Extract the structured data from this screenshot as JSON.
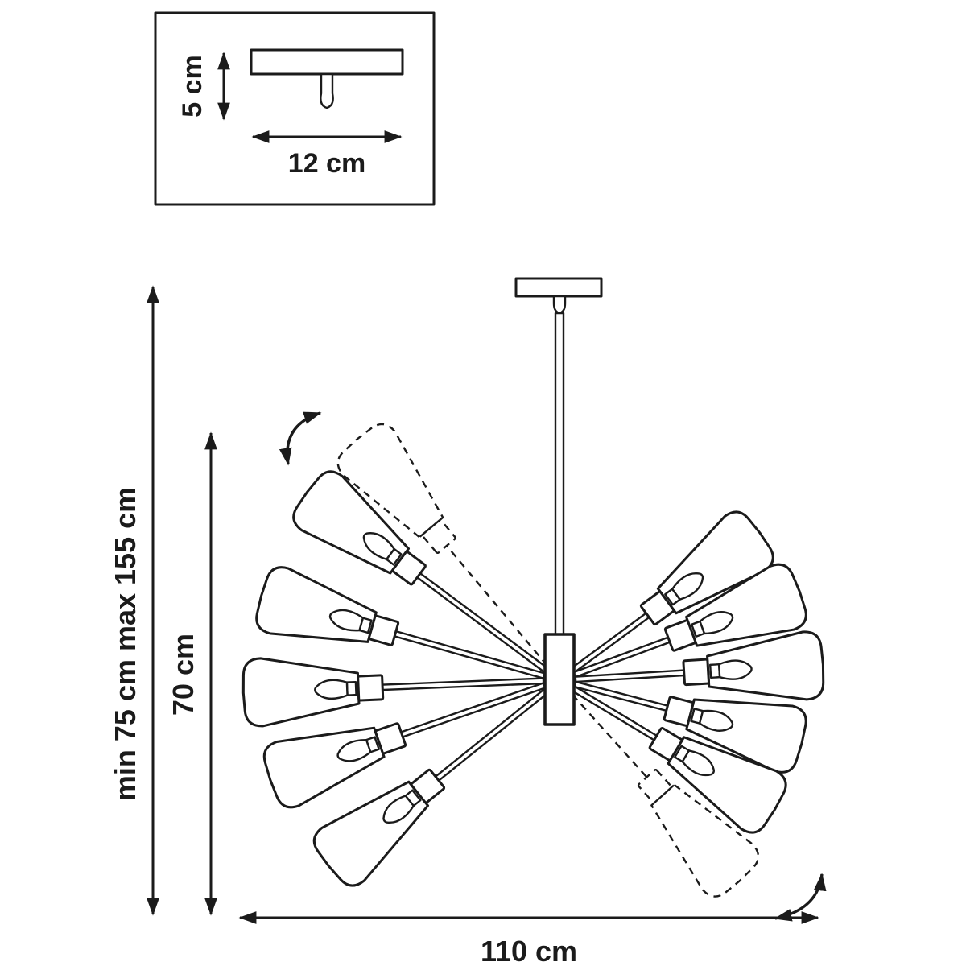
{
  "diagram": {
    "inset": {
      "height_label": "5 cm",
      "width_label": "12 cm"
    },
    "main": {
      "suspension_height_label": "min 75 cm max 155 cm",
      "fixture_height_label": "70 cm",
      "fixture_width_label": "110 cm"
    },
    "colors": {
      "line": "#1b1b1b",
      "background": "#ffffff"
    }
  }
}
